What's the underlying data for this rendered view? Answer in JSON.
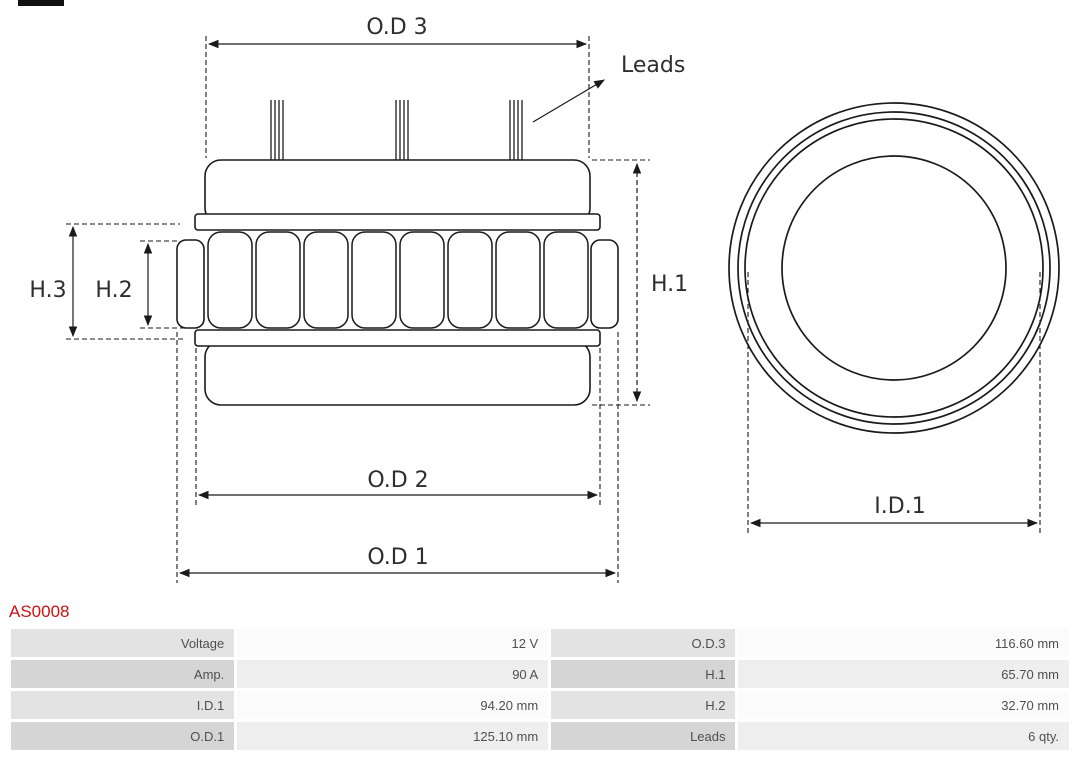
{
  "part_number": "AS0008",
  "diagram": {
    "labels": {
      "od3": "O.D 3",
      "leads": "Leads",
      "h1": "H.1",
      "h2": "H.2",
      "h3": "H.3",
      "od2": "O.D 2",
      "od1": "O.D 1",
      "id1": "I.D.1"
    }
  },
  "table": {
    "rows": [
      {
        "c0": "Voltage",
        "c1": "12 V",
        "c2": "O.D.3",
        "c3": "116.60 mm"
      },
      {
        "c0": "Amp.",
        "c1": "90 A",
        "c2": "H.1",
        "c3": "65.70 mm"
      },
      {
        "c0": "I.D.1",
        "c1": "94.20 mm",
        "c2": "H.2",
        "c3": "32.70 mm"
      },
      {
        "c0": "O.D.1",
        "c1": "125.10 mm",
        "c2": "Leads",
        "c3": "6 qty."
      }
    ]
  },
  "colors": {
    "part_number_red": "#cc1111",
    "line_color": "#1a1a1a",
    "label_text": "#2e2e2e",
    "table_text": "#4f4f4f",
    "row_label_bg_odd": "#e3e3e3",
    "row_label_bg_even": "#d5d5d5",
    "row_value_bg_odd": "#fbfbfb",
    "row_value_bg_even": "#eeeeee"
  }
}
